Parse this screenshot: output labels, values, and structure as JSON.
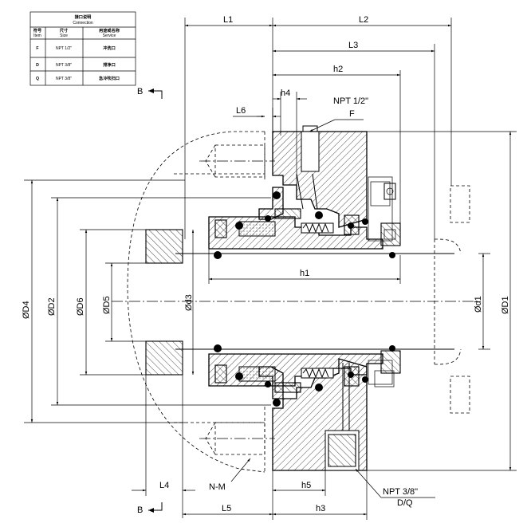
{
  "table": {
    "title_cn": "接口说明",
    "title_en": "Connection",
    "headers": [
      {
        "cn": "符号",
        "en": "Item"
      },
      {
        "cn": "尺寸",
        "en": "Size"
      },
      {
        "cn": "用途或名称",
        "en": "Service"
      }
    ],
    "rows": [
      {
        "item": "F",
        "size": "NPT 1/2\"",
        "service": "冲洗口"
      },
      {
        "item": "D",
        "size": "NPT 3/8\"",
        "service": "排净口"
      },
      {
        "item": "Q",
        "size": "NPT 3/8\"",
        "service": "急冷吹扫口"
      }
    ]
  },
  "section_marks": {
    "top": "B",
    "bottom": "B"
  },
  "dimensions": {
    "L1": "L1",
    "L2": "L2",
    "L3": "L3",
    "h2": "h2",
    "h4": "h4",
    "L6": "L6",
    "h1": "h1",
    "L4": "L4",
    "L5": "L5",
    "h5": "h5",
    "h3": "h3",
    "D4": "ØD4",
    "D2": "ØD2",
    "D6": "ØD6",
    "D5": "ØD5",
    "d3": "Ød3",
    "d1": "Ød1",
    "D1": "ØD1"
  },
  "callouts": {
    "flush_size": "NPT 1/2\"",
    "flush_port": "F",
    "drain_size": "NPT 3/8\"",
    "drain_port": "D/Q",
    "bolt": "N-M"
  }
}
